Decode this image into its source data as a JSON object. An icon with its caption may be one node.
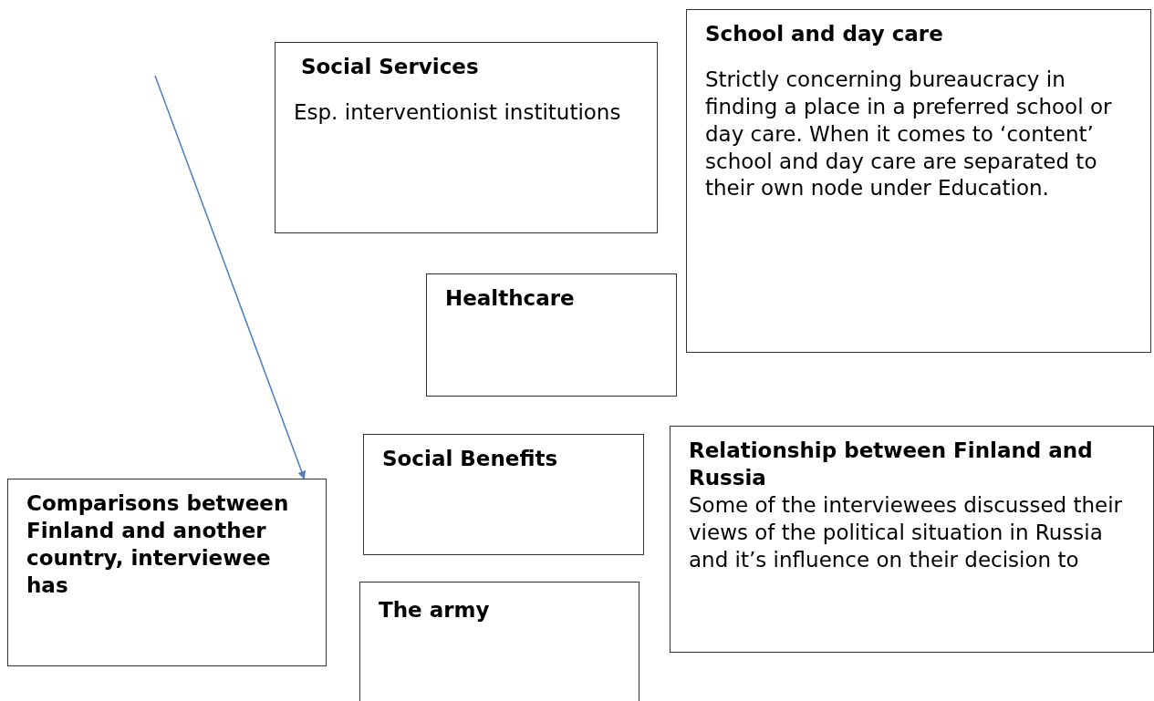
{
  "diagram": {
    "nodes": [
      {
        "text": [
          "Social Services",
          "Esp. interventionist institutions"
        ]
      },
      {
        "text": [
          "School and day care",
          "Strictly concerning bureaucracy in finding a place in a preferred school or day care. When it comes to ‘content’ school and day care are separated to their own node under Education."
        ]
      },
      {
        "text": [
          "Healthcare"
        ]
      },
      {
        "text": [
          "Social Benefits"
        ]
      },
      {
        "text": [
          "Relationship between Finland and Russia",
          "Some of the interviewees discussed their views of the political situation in Russia and it’s influence on their decision to"
        ]
      },
      {
        "text": [
          "Comparisons between Finland and another country, interviewee has"
        ]
      },
      {
        "text": [
          "The army"
        ]
      }
    ],
    "edges": [
      {
        "from": null,
        "to": 5,
        "arrow": "to",
        "color": "#4a7ebb"
      }
    ]
  }
}
